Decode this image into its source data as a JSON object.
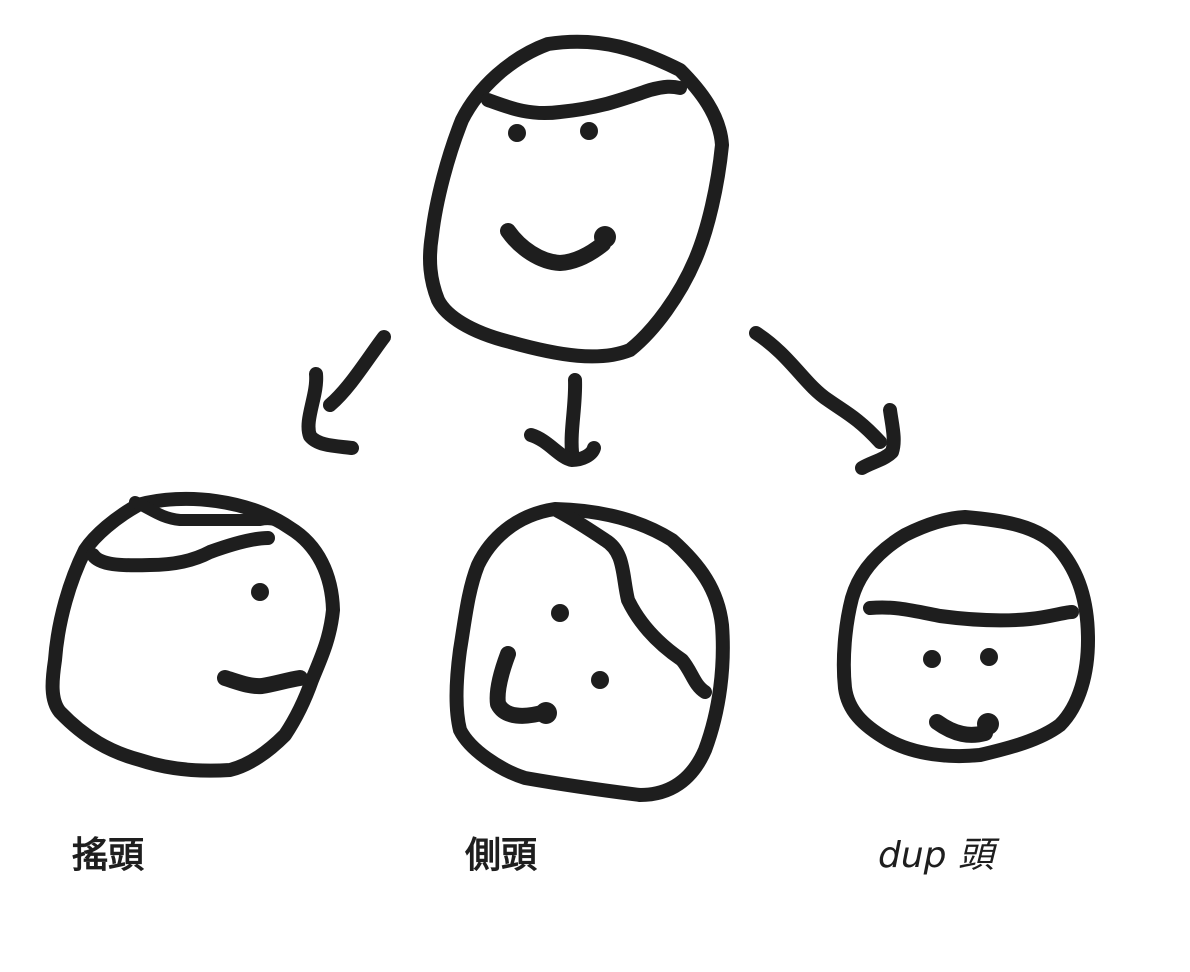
{
  "labels": {
    "left": "搖頭",
    "middle": "側頭",
    "right": "dup 頭"
  },
  "icons": {
    "top": "smiling-head-icon",
    "left": "head-turned-right-icon",
    "middle": "head-tilted-icon",
    "right": "head-looking-down-icon"
  },
  "colors": {
    "ink": "#1e1e1e",
    "background": "#ffffff"
  }
}
